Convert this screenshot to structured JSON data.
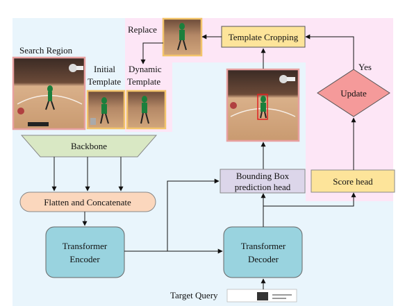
{
  "labels": {
    "search_region": "Search Region",
    "initial_template_line1": "Initial",
    "initial_template_line2": "Template",
    "dynamic_template_line1": "Dynamic",
    "dynamic_template_line2": "Template",
    "replace": "Replace",
    "template_cropping": "Template Cropping",
    "yes": "Yes",
    "update": "Update",
    "backbone": "Backbone",
    "flatten_concatenate": "Flatten and Concatenate",
    "transformer_encoder_line1": "Transformer",
    "transformer_encoder_line2": "Encoder",
    "transformer_decoder_line1": "Transformer",
    "transformer_decoder_line2": "Decoder",
    "bbox_head_line1": "Bounding Box",
    "bbox_head_line2": "prediction head",
    "score_head": "Score head",
    "target_query": "Target Query"
  },
  "colors": {
    "bg_blue": "#e9f5fc",
    "bg_pink": "#fde6f6",
    "backbone_fill": "#d9e8c4",
    "flatten_fill": "#fbd7bd",
    "transformer_fill": "#99d3df",
    "template_crop_fill": "#fde49a",
    "score_head_fill": "#fde49a",
    "bbox_head_fill": "#dcd6ea",
    "update_fill": "#f59a9a",
    "search_frame": "#e8a0a0",
    "template_frame": "#f3c46a",
    "prediction_frame": "#e8a0a0",
    "bbox": "#e02020"
  }
}
